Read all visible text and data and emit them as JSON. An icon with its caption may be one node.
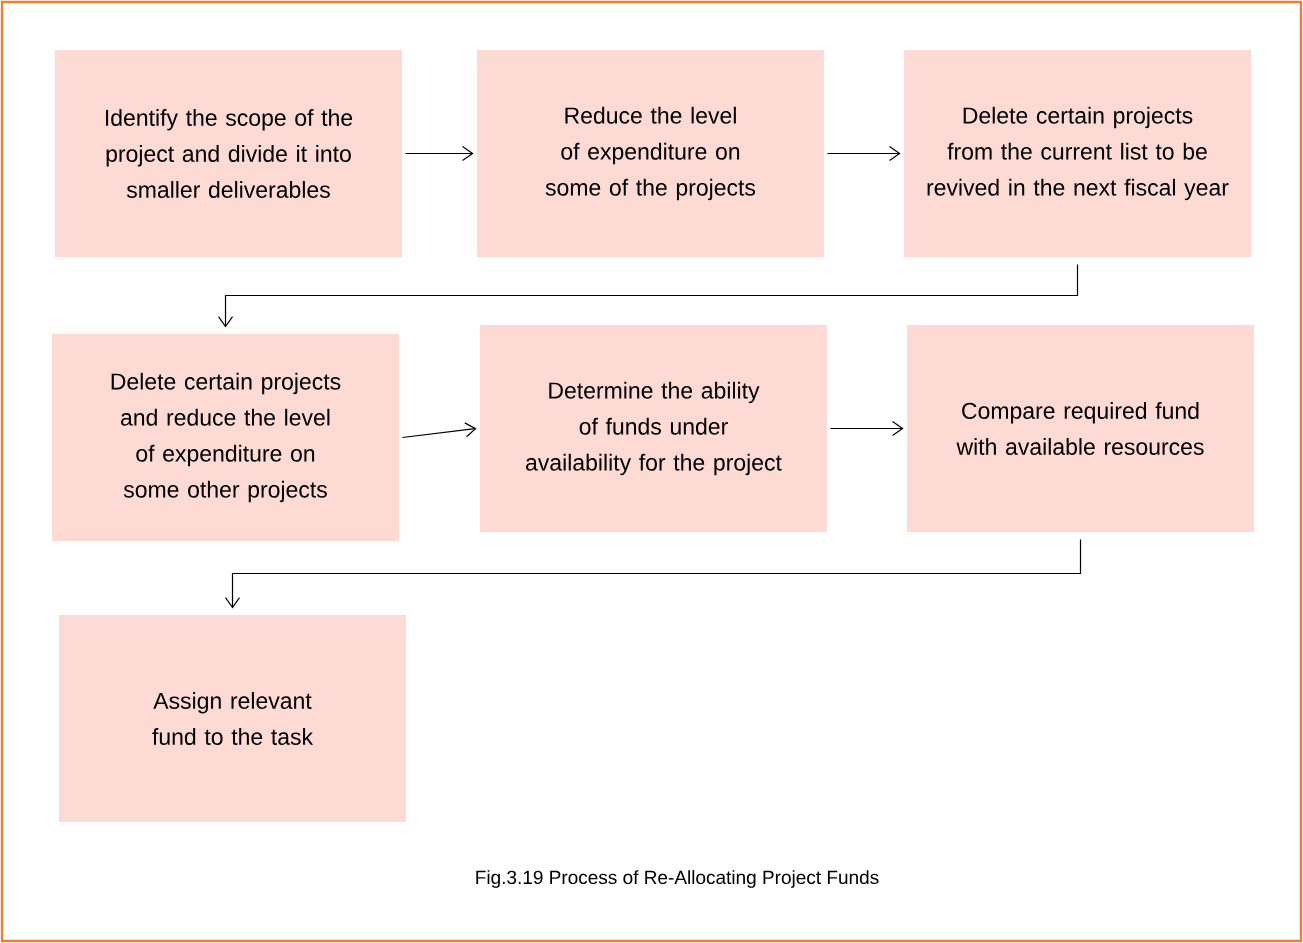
{
  "diagram": {
    "caption": "Fig.3.19 Process of Re-Allocating Project Funds",
    "nodes": [
      {
        "text": [
          "Identify the scope of the project and divide it into smaller deliverables"
        ]
      },
      {
        "text": [
          "Reduce the level of expenditure on some of the projects"
        ]
      },
      {
        "text": [
          "Delete certain projects from the current list to be revived in the next fiscal year"
        ]
      },
      {
        "text": [
          "Delete certain projects and reduce the level of expenditure on some other projects"
        ]
      },
      {
        "text": [
          "Determine the ability of funds under availability for the project"
        ]
      },
      {
        "text": [
          "Compare required fund with available resources"
        ]
      },
      {
        "text": [
          "Assign relevant fund to the task"
        ]
      }
    ],
    "edges": [
      {
        "from": 0,
        "to": 1,
        "arrow": "to"
      },
      {
        "from": 1,
        "to": 2,
        "arrow": "to"
      },
      {
        "from": 2,
        "to": 3,
        "arrow": "to"
      },
      {
        "from": 3,
        "to": 4,
        "arrow": "to"
      },
      {
        "from": 4,
        "to": 5,
        "arrow": "to"
      },
      {
        "from": 5,
        "to": 6,
        "arrow": "to"
      }
    ]
  }
}
